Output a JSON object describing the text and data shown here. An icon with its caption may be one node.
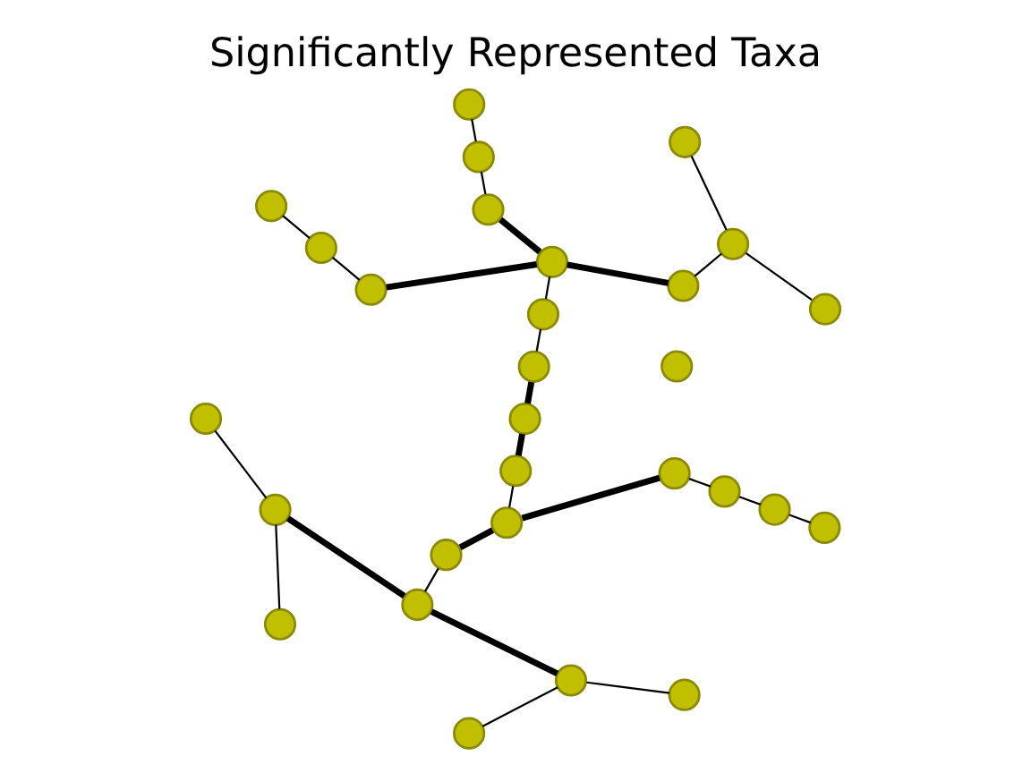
{
  "diagram": {
    "title": "Significantly Represented Taxa",
    "nodes": [
      {
        "text": [],
        "shape": "circle"
      },
      {
        "text": [],
        "shape": "circle"
      },
      {
        "text": [],
        "shape": "circle"
      },
      {
        "text": [],
        "shape": "circle"
      },
      {
        "text": [],
        "shape": "circle"
      },
      {
        "text": [],
        "shape": "circle"
      },
      {
        "text": [],
        "shape": "circle"
      },
      {
        "text": [],
        "shape": "circle"
      },
      {
        "text": [],
        "shape": "circle"
      },
      {
        "text": [],
        "shape": "circle"
      },
      {
        "text": [],
        "shape": "circle"
      },
      {
        "text": [],
        "shape": "circle"
      },
      {
        "text": [],
        "shape": "circle"
      },
      {
        "text": [],
        "shape": "circle"
      },
      {
        "text": [],
        "shape": "circle"
      },
      {
        "text": [],
        "shape": "circle"
      },
      {
        "text": [],
        "shape": "circle"
      },
      {
        "text": [],
        "shape": "circle"
      },
      {
        "text": [],
        "shape": "circle"
      },
      {
        "text": [],
        "shape": "circle"
      },
      {
        "text": [],
        "shape": "circle"
      },
      {
        "text": [],
        "shape": "circle"
      },
      {
        "text": [],
        "shape": "circle"
      },
      {
        "text": [],
        "shape": "circle"
      },
      {
        "text": [],
        "shape": "circle"
      },
      {
        "text": [],
        "shape": "circle"
      },
      {
        "text": [],
        "shape": "circle"
      },
      {
        "text": [],
        "shape": "circle"
      },
      {
        "text": [],
        "shape": "circle"
      }
    ],
    "edges": [
      {
        "from": 0,
        "to": 1,
        "arrow": "none",
        "style": "thick"
      },
      {
        "from": 0,
        "to": 14,
        "arrow": "none",
        "style": "thick"
      },
      {
        "from": 1,
        "to": 2,
        "arrow": "none"
      },
      {
        "from": 2,
        "to": 3,
        "arrow": "none"
      },
      {
        "from": 3,
        "to": 4,
        "arrow": "none",
        "style": "thick"
      },
      {
        "from": 3,
        "to": 8,
        "arrow": "none",
        "style": "thick"
      },
      {
        "from": 3,
        "to": 11,
        "arrow": "none",
        "style": "thick"
      },
      {
        "from": 4,
        "to": 5,
        "arrow": "none"
      },
      {
        "from": 5,
        "to": 6,
        "arrow": "none"
      },
      {
        "from": 5,
        "to": 7,
        "arrow": "none"
      },
      {
        "from": 8,
        "to": 9,
        "arrow": "none"
      },
      {
        "from": 9,
        "to": 10,
        "arrow": "none"
      },
      {
        "from": 11,
        "to": 12,
        "arrow": "none"
      },
      {
        "from": 12,
        "to": 13,
        "arrow": "none"
      },
      {
        "from": 14,
        "to": 15,
        "arrow": "none"
      },
      {
        "from": 15,
        "to": 16,
        "arrow": "none",
        "style": "thick"
      },
      {
        "from": 15,
        "to": 24,
        "arrow": "none",
        "style": "thick"
      },
      {
        "from": 16,
        "to": 17,
        "arrow": "none"
      },
      {
        "from": 17,
        "to": 18,
        "arrow": "none",
        "style": "thick"
      },
      {
        "from": 17,
        "to": 21,
        "arrow": "none",
        "style": "thick"
      },
      {
        "from": 18,
        "to": 19,
        "arrow": "none"
      },
      {
        "from": 18,
        "to": 20,
        "arrow": "none"
      },
      {
        "from": 21,
        "to": 22,
        "arrow": "none"
      },
      {
        "from": 21,
        "to": 23,
        "arrow": "none"
      },
      {
        "from": 24,
        "to": 25,
        "arrow": "none"
      },
      {
        "from": 25,
        "to": 26,
        "arrow": "none"
      },
      {
        "from": 26,
        "to": 27,
        "arrow": "none"
      }
    ]
  }
}
